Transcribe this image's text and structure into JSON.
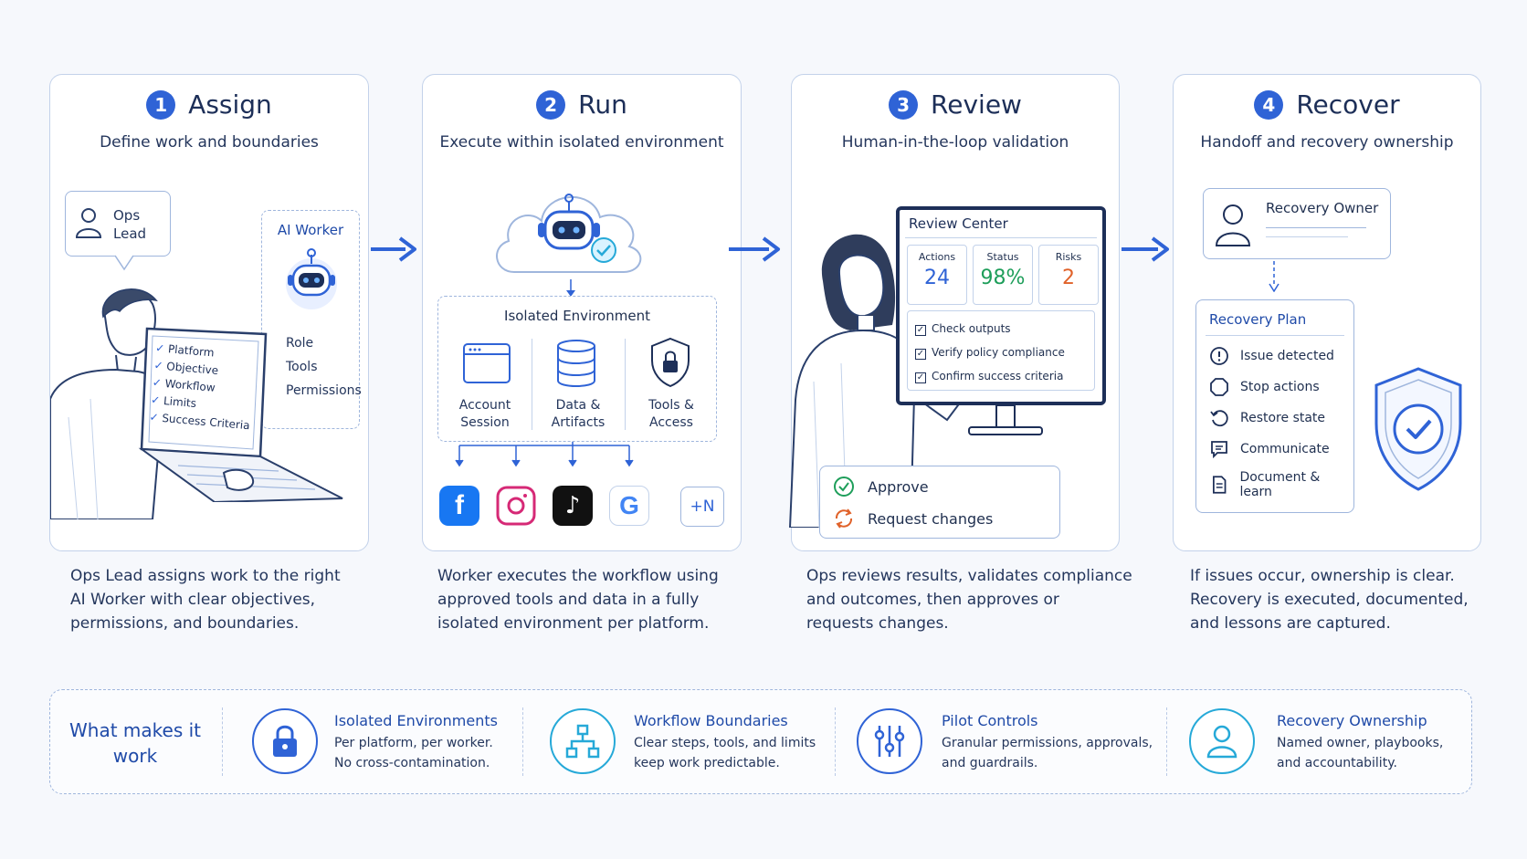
{
  "steps": [
    {
      "num": "1",
      "title": "Assign",
      "subtitle": "Define work and boundaries",
      "caption": [
        "Ops Lead assigns work to the right",
        "AI Worker with clear objectives,",
        "permissions, and boundaries."
      ]
    },
    {
      "num": "2",
      "title": "Run",
      "subtitle": "Execute within isolated environment",
      "caption": [
        "Worker executes the workflow using",
        "approved tools and data in a fully",
        "isolated environment per platform."
      ]
    },
    {
      "num": "3",
      "title": "Review",
      "subtitle": "Human-in-the-loop validation",
      "caption": [
        "Ops reviews results, validates compliance",
        "and outcomes, then approves or",
        "requests changes."
      ]
    },
    {
      "num": "4",
      "title": "Recover",
      "subtitle": "Handoff and recovery ownership",
      "caption": [
        "If issues occur, ownership is clear.",
        "Recovery is executed, documented,",
        "and lessons are captured."
      ]
    }
  ],
  "assign": {
    "ops_lead": [
      "Ops",
      "Lead"
    ],
    "ai_worker": "AI Worker",
    "worker_attrs": [
      "Role",
      "Tools",
      "Permissions"
    ],
    "checklist": [
      "Platform",
      "Objective",
      "Workflow",
      "Limits",
      "Success Criteria"
    ]
  },
  "run": {
    "env_title": "Isolated Environment",
    "env_items": [
      {
        "icon": "browser-window-icon",
        "label": [
          "Account",
          "Session"
        ]
      },
      {
        "icon": "database-icon",
        "label": [
          "Data &",
          "Artifacts"
        ]
      },
      {
        "icon": "shield-lock-icon",
        "label": [
          "Tools &",
          "Access"
        ]
      }
    ],
    "platforms": [
      "facebook-icon",
      "instagram-icon",
      "tiktok-icon",
      "google-icon"
    ],
    "more_platforms": "+N"
  },
  "review": {
    "center_title": "Review Center",
    "metrics": [
      {
        "label": "Actions",
        "value": "24",
        "color": "#2f63d6"
      },
      {
        "label": "Status",
        "value": "98%",
        "color": "#1e9e5a"
      },
      {
        "label": "Risks",
        "value": "2",
        "color": "#e0622a"
      }
    ],
    "checks": [
      "Check outputs",
      "Verify policy compliance",
      "Confirm success criteria"
    ],
    "approve": "Approve",
    "request_changes": "Request changes"
  },
  "recover": {
    "owner": "Recovery Owner",
    "plan_title": "Recovery Plan",
    "plan_items": [
      {
        "icon": "alert-icon",
        "label": "Issue detected"
      },
      {
        "icon": "stop-icon",
        "label": "Stop actions"
      },
      {
        "icon": "restore-icon",
        "label": "Restore state"
      },
      {
        "icon": "chat-icon",
        "label": "Communicate"
      },
      {
        "icon": "document-icon",
        "label": "Document & learn"
      }
    ]
  },
  "footer": {
    "heading": [
      "What makes it",
      "work"
    ],
    "features": [
      {
        "icon": "lock-icon",
        "title": "Isolated Environments",
        "desc": [
          "Per platform, per worker.",
          "No cross-contamination."
        ]
      },
      {
        "icon": "flowchart-icon",
        "title": "Workflow Boundaries",
        "desc": [
          "Clear steps, tools, and limits",
          "keep work predictable."
        ]
      },
      {
        "icon": "sliders-icon",
        "title": "Pilot Controls",
        "desc": [
          "Granular permissions, approvals,",
          "and guardrails."
        ]
      },
      {
        "icon": "user-icon",
        "title": "Recovery Ownership",
        "desc": [
          "Named owner, playbooks,",
          "and accountability."
        ]
      }
    ]
  },
  "colors": {
    "accent": "#2f63d6",
    "approve": "#1e9e5a",
    "risk": "#e0622a"
  }
}
